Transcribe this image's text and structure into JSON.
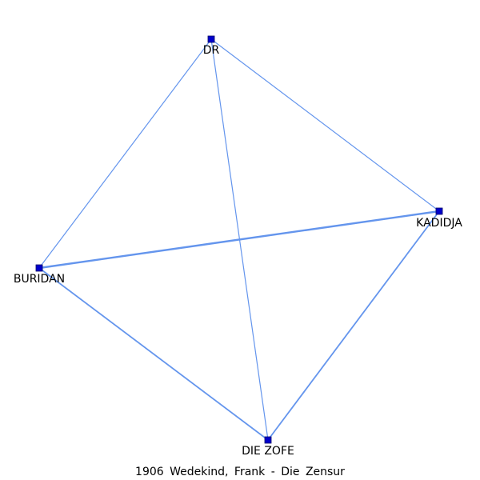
{
  "caption": "1906 Wedekind, Frank - Die Zensur",
  "colors": {
    "node_fill": "#0000cc",
    "node_stroke": "#000066",
    "edge": "#6495ed"
  },
  "nodes": [
    {
      "id": "dr",
      "label": "DR"
    },
    {
      "id": "kadidja",
      "label": "KADIDJA"
    },
    {
      "id": "buridan",
      "label": "BURIDAN"
    },
    {
      "id": "die-zofe",
      "label": "DIE ZOFE"
    }
  ],
  "edges": [
    {
      "source": "dr",
      "target": "buridan",
      "weight": 1
    },
    {
      "source": "dr",
      "target": "kadidja",
      "weight": 1
    },
    {
      "source": "dr",
      "target": "die-zofe",
      "weight": 1
    },
    {
      "source": "buridan",
      "target": "kadidja",
      "weight": 3
    },
    {
      "source": "buridan",
      "target": "die-zofe",
      "weight": 2
    },
    {
      "source": "kadidja",
      "target": "die-zofe",
      "weight": 2
    }
  ]
}
